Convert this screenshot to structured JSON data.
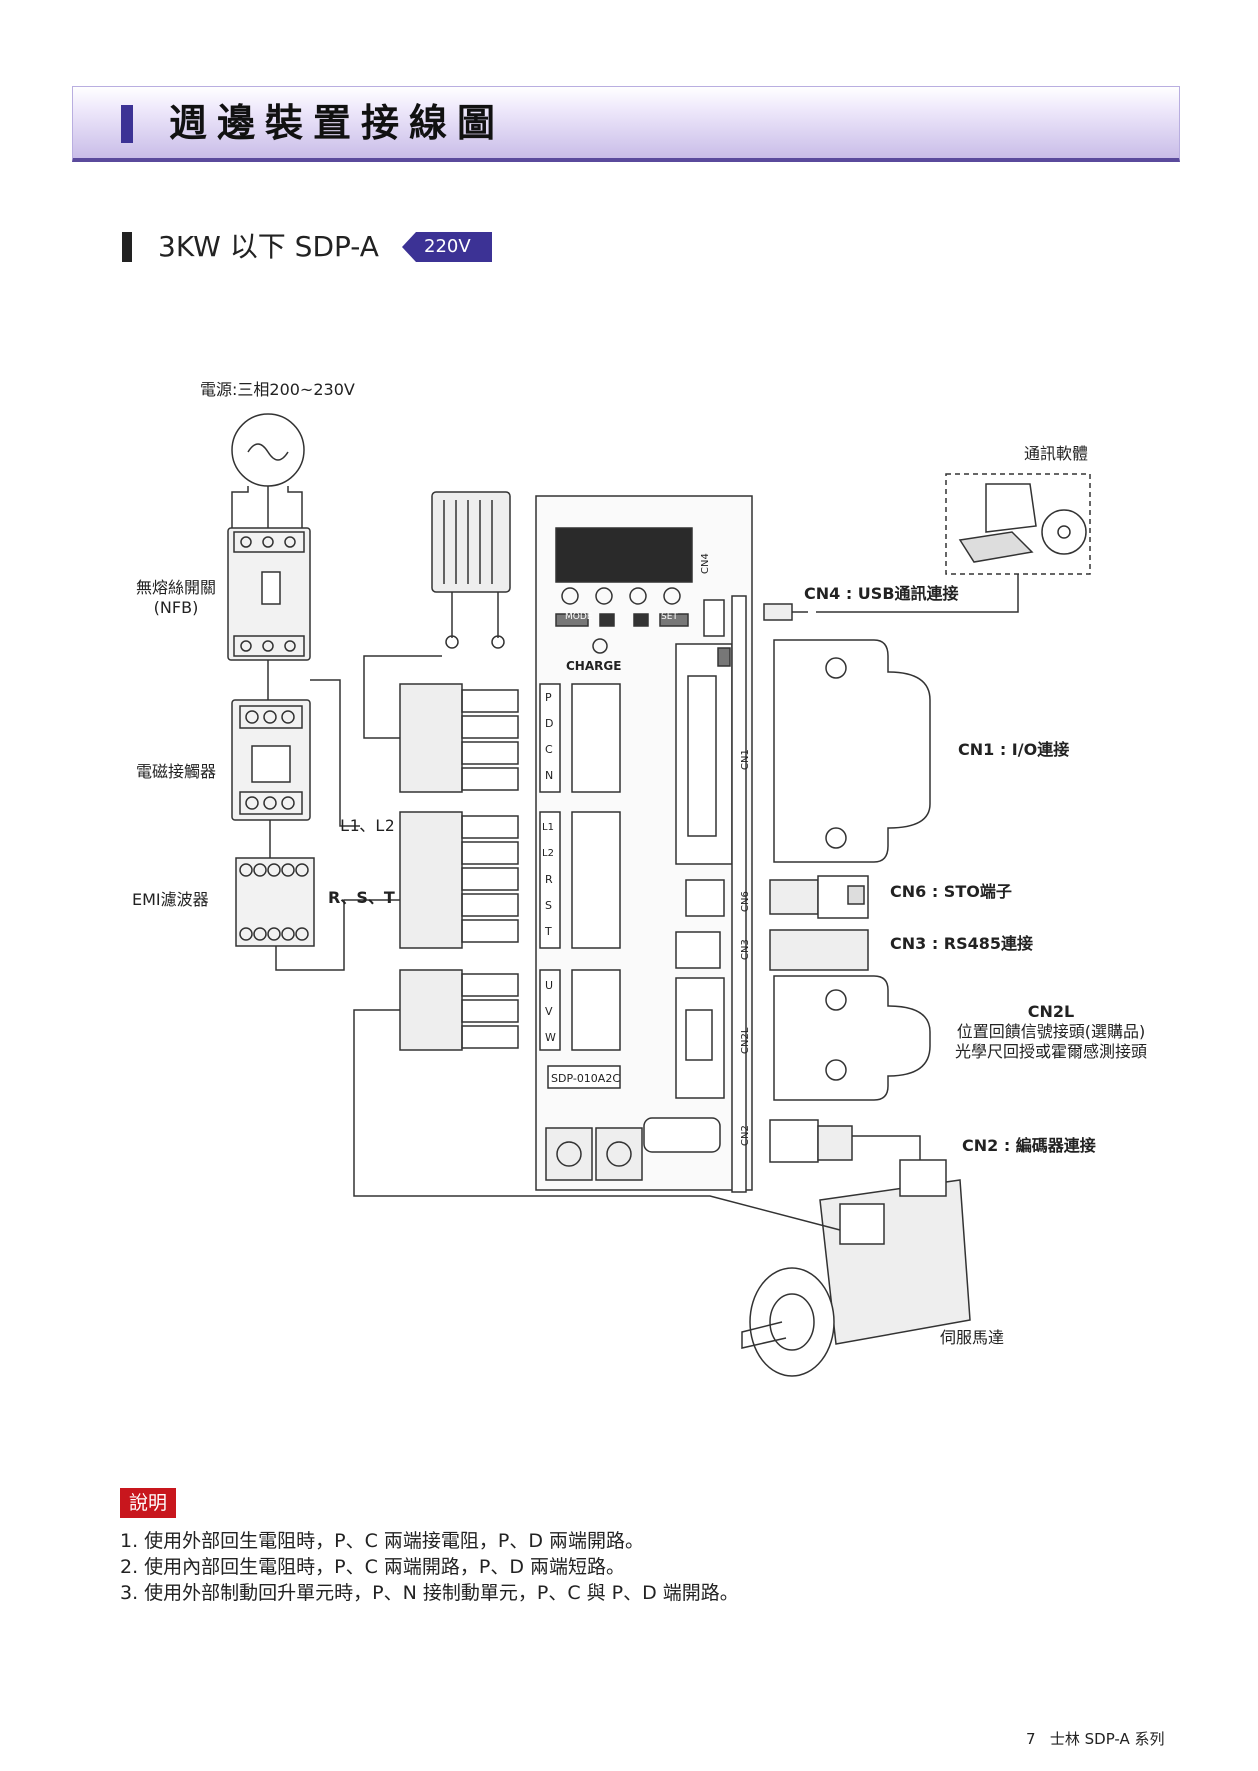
{
  "header": {
    "title": "週邊裝置接線圖"
  },
  "subheader": {
    "title": "3KW 以下 SDP-A",
    "badge": "220V"
  },
  "labels": {
    "power_source": "電源:三相200~230V",
    "nfb": "無熔絲開關",
    "nfb_en": "(NFB)",
    "contactor": "電磁接觸器",
    "emi": "EMI濾波器",
    "l1l2": "L1、L2",
    "rst": "R、S、T",
    "software": "通訊軟體",
    "cn4": "CN4 : USB通訊連接",
    "cn1": "CN1 : I/O連接",
    "cn6": "CN6 : STO端子",
    "cn3": "CN3 : RS485連接",
    "cn2l_title": "CN2L",
    "cn2l_line1": "位置回饋信號接頭(選購品)",
    "cn2l_line2": "光學尺回授或霍爾感測接頭",
    "cn2": "CN2 : 編碼器連接",
    "motor": "伺服馬達"
  },
  "drive": {
    "charge": "CHARGE",
    "model": "SDP-010A2C",
    "mode_btn": "MODE",
    "set_btn": "SET",
    "terminals_top": [
      "P",
      "D",
      "C",
      "N"
    ],
    "terminals_mid": [
      "L1",
      "L2",
      "R",
      "S",
      "T"
    ],
    "terminals_bot": [
      "U",
      "V",
      "W"
    ],
    "port_cn4": "CN4",
    "port_cn1": "CN1",
    "port_cn6": "CN6",
    "port_cn3": "CN3",
    "port_cn2l": "CN2L",
    "port_cn2": "CN2"
  },
  "notes": {
    "tag": "說明",
    "items": [
      "1. 使用外部回生電阻時，P、C 兩端接電阻，P、D 兩端開路。",
      "2. 使用內部回生電阻時，P、C 兩端開路，P、D 兩端短路。",
      "3. 使用外部制動回升單元時，P、N 接制動單元，P、C 與 P、D 端開路。"
    ]
  },
  "footer": {
    "page": "7",
    "series": "士林 SDP-A 系列"
  },
  "colors": {
    "header_bar": "#3c3295",
    "badge": "#3c3295",
    "note_tag": "#c8161d"
  }
}
